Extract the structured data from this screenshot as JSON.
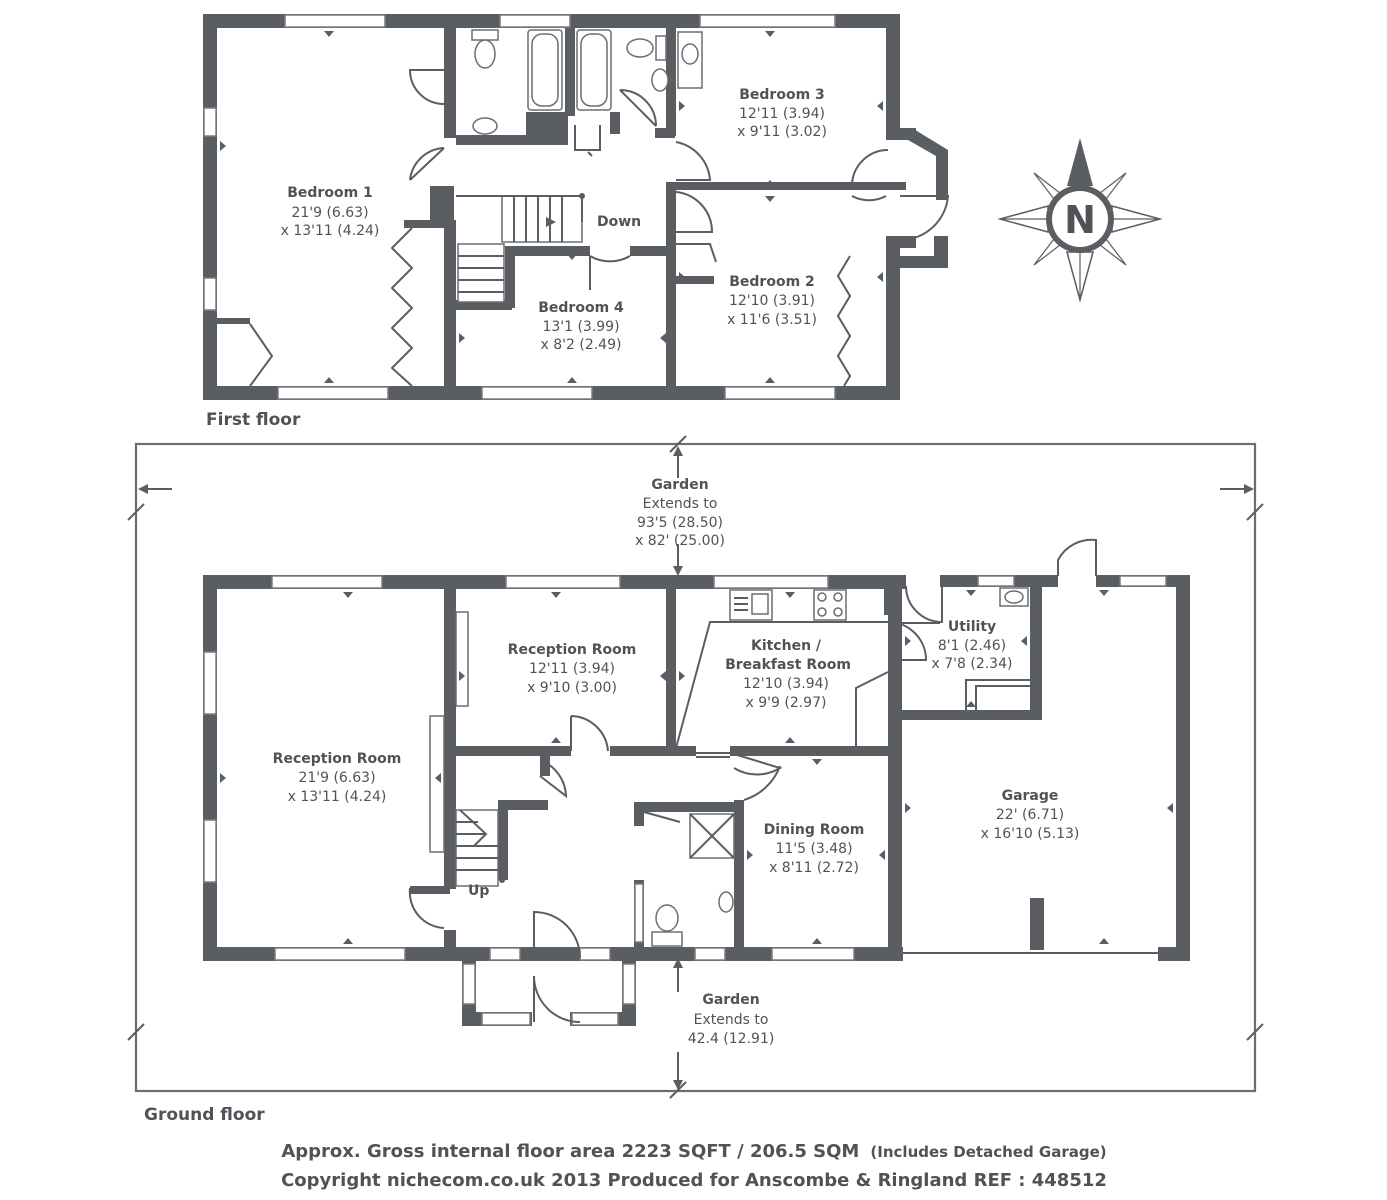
{
  "first_floor": {
    "label": "First floor",
    "stair_label": "Down",
    "rooms": {
      "bedroom1": {
        "name": "Bedroom 1",
        "dim1": "21'9 (6.63)",
        "dim2": "x 13'11 (4.24)"
      },
      "bedroom2": {
        "name": "Bedroom 2",
        "dim1": "12'10 (3.91)",
        "dim2": "x 11'6 (3.51)"
      },
      "bedroom3": {
        "name": "Bedroom 3",
        "dim1": "12'11 (3.94)",
        "dim2": "x 9'11 (3.02)"
      },
      "bedroom4": {
        "name": "Bedroom 4",
        "dim1": "13'1 (3.99)",
        "dim2": "x 8'2 (2.49)"
      }
    }
  },
  "ground_floor": {
    "label": "Ground floor",
    "stair_label": "Up",
    "rooms": {
      "reception_large": {
        "name": "Reception Room",
        "dim1": "21'9 (6.63)",
        "dim2": "x 13'11 (4.24)"
      },
      "reception_small": {
        "name": "Reception Room",
        "dim1": "12'11 (3.94)",
        "dim2": "x 9'10 (3.00)"
      },
      "kitchen": {
        "name1": "Kitchen /",
        "name2": "Breakfast Room",
        "dim1": "12'10 (3.94)",
        "dim2": "x 9'9 (2.97)"
      },
      "utility": {
        "name": "Utility",
        "dim1": "8'1 (2.46)",
        "dim2": "x 7'8 (2.34)"
      },
      "dining": {
        "name": "Dining Room",
        "dim1": "11'5 (3.48)",
        "dim2": "x 8'11 (2.72)"
      },
      "garage": {
        "name": "Garage",
        "dim1": "22' (6.71)",
        "dim2": "x 16'10 (5.13)"
      }
    },
    "garden_rear": {
      "name": "Garden",
      "line1": "Extends to",
      "line2": "93'5 (28.50)",
      "line3": "x 82' (25.00)"
    },
    "garden_front": {
      "name": "Garden",
      "line1": "Extends to",
      "line2": "42.4 (12.91)"
    }
  },
  "compass": {
    "letter": "N",
    "icon": "north-compass-icon"
  },
  "footer": {
    "area_text": "Approx. Gross internal floor area 2223 SQFT / 206.5 SQM",
    "area_note": "(Includes Detached Garage)",
    "copyright": "Copyright nichecom.co.uk 2013 Produced for Anscombe & Ringland REF : 448512"
  }
}
